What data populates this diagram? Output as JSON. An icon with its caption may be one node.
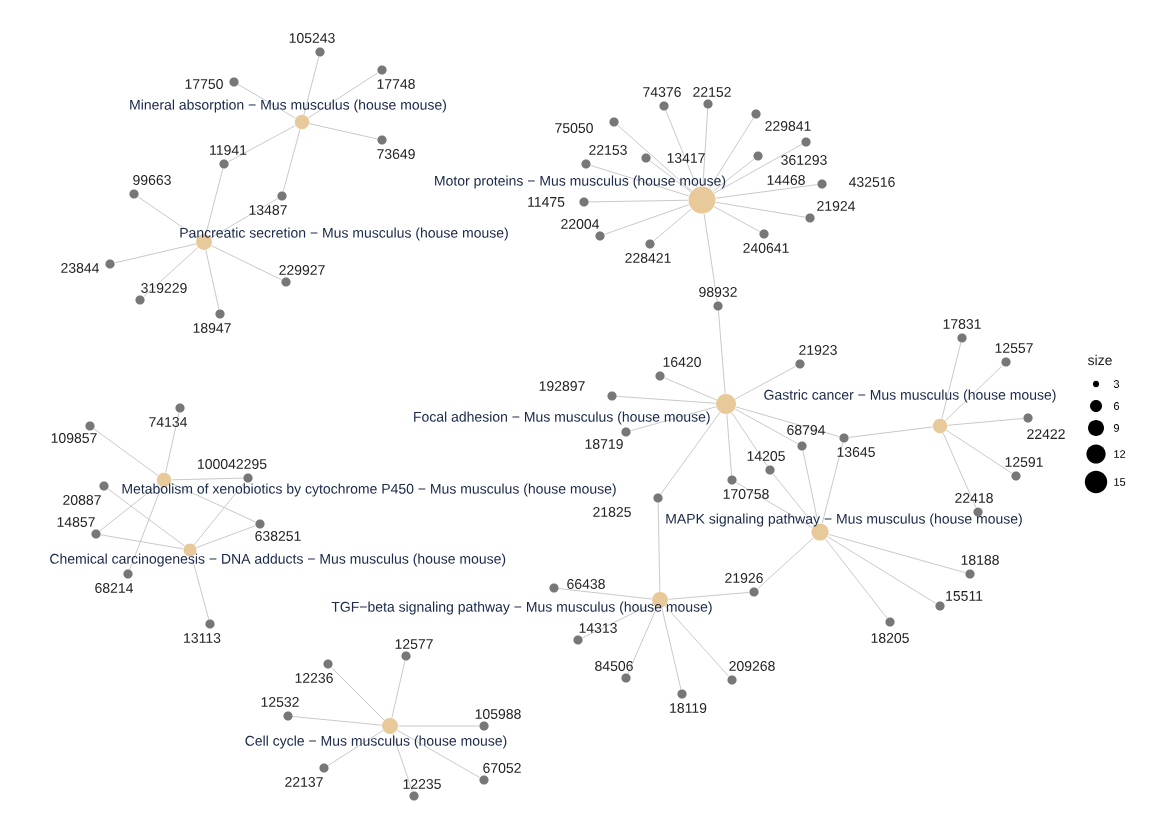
{
  "diagram": {
    "nodes": [
      {
        "text": [],
        "shape": "circle",
        "beside": [
          "Mineral absorption − Mus musculus (house mouse)"
        ]
      },
      {
        "text": [],
        "shape": "circle",
        "beside": [
          "105243"
        ]
      },
      {
        "text": [],
        "shape": "circle",
        "beside": [
          "17750"
        ]
      },
      {
        "text": [],
        "shape": "circle",
        "beside": [
          "17748"
        ]
      },
      {
        "text": [],
        "shape": "circle",
        "beside": [
          "73649"
        ]
      },
      {
        "text": [],
        "shape": "circle",
        "beside": [
          "11941"
        ]
      },
      {
        "text": [],
        "shape": "circle",
        "beside": [
          "13487"
        ]
      },
      {
        "text": [],
        "shape": "circle",
        "beside": [
          "Pancreatic secretion − Mus musculus (house mouse)"
        ]
      },
      {
        "text": [],
        "shape": "circle",
        "beside": [
          "99663"
        ]
      },
      {
        "text": [],
        "shape": "circle",
        "beside": [
          "23844"
        ]
      },
      {
        "text": [],
        "shape": "circle",
        "beside": [
          "319229"
        ]
      },
      {
        "text": [],
        "shape": "circle",
        "beside": [
          "229927"
        ]
      },
      {
        "text": [],
        "shape": "circle",
        "beside": [
          "18947"
        ]
      },
      {
        "text": [],
        "shape": "circle",
        "beside": [
          "Motor proteins − Mus musculus (house mouse)"
        ]
      },
      {
        "text": [],
        "shape": "circle",
        "beside": [
          "74376"
        ]
      },
      {
        "text": [],
        "shape": "circle",
        "beside": [
          "22152"
        ]
      },
      {
        "text": [],
        "shape": "circle",
        "beside": [
          "75050"
        ]
      },
      {
        "text": [],
        "shape": "circle",
        "beside": [
          "22153"
        ]
      },
      {
        "text": [],
        "shape": "circle",
        "beside": [
          "13417"
        ]
      },
      {
        "text": [],
        "shape": "circle",
        "beside": [
          "229841"
        ]
      },
      {
        "text": [],
        "shape": "circle",
        "beside": [
          "361293"
        ]
      },
      {
        "text": [],
        "shape": "circle",
        "beside": [
          "14468"
        ]
      },
      {
        "text": [],
        "shape": "circle",
        "beside": [
          "432516"
        ]
      },
      {
        "text": [],
        "shape": "circle",
        "beside": [
          "21924"
        ]
      },
      {
        "text": [],
        "shape": "circle",
        "beside": [
          "240641"
        ]
      },
      {
        "text": [],
        "shape": "circle",
        "beside": [
          "228421"
        ]
      },
      {
        "text": [],
        "shape": "circle",
        "beside": [
          "22004"
        ]
      },
      {
        "text": [],
        "shape": "circle",
        "beside": [
          "11475"
        ]
      },
      {
        "text": [],
        "shape": "circle",
        "beside": [
          "98932"
        ]
      },
      {
        "text": [],
        "shape": "circle",
        "beside": [
          "Focal adhesion − Mus musculus (house mouse)"
        ]
      },
      {
        "text": [],
        "shape": "circle",
        "beside": [
          "16420"
        ]
      },
      {
        "text": [],
        "shape": "circle",
        "beside": [
          "21923"
        ]
      },
      {
        "text": [],
        "shape": "circle",
        "beside": [
          "192897"
        ]
      },
      {
        "text": [],
        "shape": "circle",
        "beside": [
          "18719"
        ]
      },
      {
        "text": [],
        "shape": "circle",
        "beside": [
          "21825"
        ]
      },
      {
        "text": [],
        "shape": "circle",
        "beside": [
          "170758"
        ]
      },
      {
        "text": [],
        "shape": "circle",
        "beside": [
          "14205"
        ]
      },
      {
        "text": [],
        "shape": "circle",
        "beside": [
          "68794"
        ]
      },
      {
        "text": [],
        "shape": "circle",
        "beside": [
          "13645"
        ]
      },
      {
        "text": [],
        "shape": "circle",
        "beside": [
          "Gastric cancer − Mus musculus (house mouse)"
        ]
      },
      {
        "text": [],
        "shape": "circle",
        "beside": [
          "17831"
        ]
      },
      {
        "text": [],
        "shape": "circle",
        "beside": [
          "12557"
        ]
      },
      {
        "text": [],
        "shape": "circle",
        "beside": [
          "22422"
        ]
      },
      {
        "text": [],
        "shape": "circle",
        "beside": [
          "12591"
        ]
      },
      {
        "text": [],
        "shape": "circle",
        "beside": [
          "22418"
        ]
      },
      {
        "text": [],
        "shape": "circle",
        "beside": [
          "MAPK signaling pathway − Mus musculus (house mouse)"
        ]
      },
      {
        "text": [],
        "shape": "circle",
        "beside": [
          "21926"
        ]
      },
      {
        "text": [],
        "shape": "circle",
        "beside": [
          "18188"
        ]
      },
      {
        "text": [],
        "shape": "circle",
        "beside": [
          "15511"
        ]
      },
      {
        "text": [],
        "shape": "circle",
        "beside": [
          "18205"
        ]
      },
      {
        "text": [],
        "shape": "circle",
        "beside": [
          "Metabolism of xenobiotics by cytochrome P450 − Mus musculus (house mouse)"
        ]
      },
      {
        "text": [],
        "shape": "circle",
        "beside": [
          "74134"
        ]
      },
      {
        "text": [],
        "shape": "circle",
        "beside": [
          "109857"
        ]
      },
      {
        "text": [],
        "shape": "circle",
        "beside": [
          "100042295"
        ]
      },
      {
        "text": [],
        "shape": "circle",
        "beside": [
          "20887"
        ]
      },
      {
        "text": [],
        "shape": "circle",
        "beside": [
          "14857"
        ]
      },
      {
        "text": [],
        "shape": "circle",
        "beside": [
          "638251"
        ]
      },
      {
        "text": [],
        "shape": "circle",
        "beside": [
          "68214"
        ]
      },
      {
        "text": [],
        "shape": "circle",
        "beside": [
          "Chemical carcinogenesis − DNA adducts − Mus musculus (house mouse)"
        ]
      },
      {
        "text": [],
        "shape": "circle",
        "beside": [
          "13113"
        ]
      },
      {
        "text": [],
        "shape": "circle",
        "beside": [
          "TGF−beta signaling pathway − Mus musculus (house mouse)"
        ]
      },
      {
        "text": [],
        "shape": "circle",
        "beside": [
          "66438"
        ]
      },
      {
        "text": [],
        "shape": "circle",
        "beside": [
          "14313"
        ]
      },
      {
        "text": [],
        "shape": "circle",
        "beside": [
          "84506"
        ]
      },
      {
        "text": [],
        "shape": "circle",
        "beside": [
          "18119"
        ]
      },
      {
        "text": [],
        "shape": "circle",
        "beside": [
          "209268"
        ]
      },
      {
        "text": [],
        "shape": "circle",
        "beside": [
          "Cell cycle − Mus musculus (house mouse)"
        ]
      },
      {
        "text": [],
        "shape": "circle",
        "beside": [
          "12577"
        ]
      },
      {
        "text": [],
        "shape": "circle",
        "beside": [
          "12236"
        ]
      },
      {
        "text": [],
        "shape": "circle",
        "beside": [
          "12532"
        ]
      },
      {
        "text": [],
        "shape": "circle",
        "beside": [
          "105988"
        ]
      },
      {
        "text": [],
        "shape": "circle",
        "beside": [
          "22137"
        ]
      },
      {
        "text": [],
        "shape": "circle",
        "beside": [
          "12235"
        ]
      },
      {
        "text": [],
        "shape": "circle",
        "beside": [
          "67052"
        ]
      }
    ],
    "edges": [
      {
        "from": 0,
        "to": 1,
        "arrow": "none"
      },
      {
        "from": 0,
        "to": 2,
        "arrow": "none"
      },
      {
        "from": 0,
        "to": 3,
        "arrow": "none"
      },
      {
        "from": 0,
        "to": 4,
        "arrow": "none"
      },
      {
        "from": 0,
        "to": 5,
        "arrow": "none"
      },
      {
        "from": 0,
        "to": 6,
        "arrow": "none"
      },
      {
        "from": 7,
        "to": 5,
        "arrow": "none"
      },
      {
        "from": 7,
        "to": 6,
        "arrow": "none"
      },
      {
        "from": 7,
        "to": 8,
        "arrow": "none"
      },
      {
        "from": 7,
        "to": 9,
        "arrow": "none"
      },
      {
        "from": 7,
        "to": 10,
        "arrow": "none"
      },
      {
        "from": 7,
        "to": 11,
        "arrow": "none"
      },
      {
        "from": 7,
        "to": 12,
        "arrow": "none"
      },
      {
        "from": 13,
        "to": 14,
        "arrow": "none"
      },
      {
        "from": 13,
        "to": 15,
        "arrow": "none"
      },
      {
        "from": 13,
        "to": 16,
        "arrow": "none"
      },
      {
        "from": 13,
        "to": 17,
        "arrow": "none"
      },
      {
        "from": 13,
        "to": 18,
        "arrow": "none"
      },
      {
        "from": 13,
        "to": 19,
        "arrow": "none"
      },
      {
        "from": 13,
        "to": 20,
        "arrow": "none"
      },
      {
        "from": 13,
        "to": 21,
        "arrow": "none"
      },
      {
        "from": 13,
        "to": 22,
        "arrow": "none"
      },
      {
        "from": 13,
        "to": 23,
        "arrow": "none"
      },
      {
        "from": 13,
        "to": 24,
        "arrow": "none"
      },
      {
        "from": 13,
        "to": 25,
        "arrow": "none"
      },
      {
        "from": 13,
        "to": 26,
        "arrow": "none"
      },
      {
        "from": 13,
        "to": 27,
        "arrow": "none"
      },
      {
        "from": 13,
        "to": 28,
        "arrow": "none"
      },
      {
        "from": 29,
        "to": 28,
        "arrow": "none"
      },
      {
        "from": 29,
        "to": 30,
        "arrow": "none"
      },
      {
        "from": 29,
        "to": 31,
        "arrow": "none"
      },
      {
        "from": 29,
        "to": 32,
        "arrow": "none"
      },
      {
        "from": 29,
        "to": 33,
        "arrow": "none"
      },
      {
        "from": 29,
        "to": 34,
        "arrow": "none"
      },
      {
        "from": 29,
        "to": 35,
        "arrow": "none"
      },
      {
        "from": 29,
        "to": 36,
        "arrow": "none"
      },
      {
        "from": 29,
        "to": 37,
        "arrow": "none"
      },
      {
        "from": 29,
        "to": 38,
        "arrow": "none"
      },
      {
        "from": 39,
        "to": 38,
        "arrow": "none"
      },
      {
        "from": 39,
        "to": 40,
        "arrow": "none"
      },
      {
        "from": 39,
        "to": 41,
        "arrow": "none"
      },
      {
        "from": 39,
        "to": 42,
        "arrow": "none"
      },
      {
        "from": 39,
        "to": 43,
        "arrow": "none"
      },
      {
        "from": 39,
        "to": 44,
        "arrow": "none"
      },
      {
        "from": 45,
        "to": 35,
        "arrow": "none"
      },
      {
        "from": 45,
        "to": 36,
        "arrow": "none"
      },
      {
        "from": 45,
        "to": 37,
        "arrow": "none"
      },
      {
        "from": 45,
        "to": 38,
        "arrow": "none"
      },
      {
        "from": 45,
        "to": 46,
        "arrow": "none"
      },
      {
        "from": 45,
        "to": 47,
        "arrow": "none"
      },
      {
        "from": 45,
        "to": 48,
        "arrow": "none"
      },
      {
        "from": 45,
        "to": 49,
        "arrow": "none"
      },
      {
        "from": 50,
        "to": 51,
        "arrow": "none"
      },
      {
        "from": 50,
        "to": 52,
        "arrow": "none"
      },
      {
        "from": 50,
        "to": 53,
        "arrow": "none"
      },
      {
        "from": 50,
        "to": 55,
        "arrow": "none"
      },
      {
        "from": 50,
        "to": 56,
        "arrow": "none"
      },
      {
        "from": 50,
        "to": 57,
        "arrow": "none"
      },
      {
        "from": 58,
        "to": 53,
        "arrow": "none"
      },
      {
        "from": 58,
        "to": 54,
        "arrow": "none"
      },
      {
        "from": 58,
        "to": 55,
        "arrow": "none"
      },
      {
        "from": 58,
        "to": 56,
        "arrow": "none"
      },
      {
        "from": 58,
        "to": 59,
        "arrow": "none"
      },
      {
        "from": 60,
        "to": 34,
        "arrow": "none"
      },
      {
        "from": 60,
        "to": 46,
        "arrow": "none"
      },
      {
        "from": 60,
        "to": 61,
        "arrow": "none"
      },
      {
        "from": 60,
        "to": 62,
        "arrow": "none"
      },
      {
        "from": 60,
        "to": 63,
        "arrow": "none"
      },
      {
        "from": 60,
        "to": 64,
        "arrow": "none"
      },
      {
        "from": 60,
        "to": 65,
        "arrow": "none"
      },
      {
        "from": 66,
        "to": 67,
        "arrow": "none"
      },
      {
        "from": 66,
        "to": 68,
        "arrow": "none"
      },
      {
        "from": 66,
        "to": 69,
        "arrow": "none"
      },
      {
        "from": 66,
        "to": 70,
        "arrow": "none"
      },
      {
        "from": 66,
        "to": 71,
        "arrow": "none"
      },
      {
        "from": 66,
        "to": 72,
        "arrow": "none"
      },
      {
        "from": 66,
        "to": 73,
        "arrow": "none"
      }
    ],
    "labels": [
      "size"
    ],
    "legend": [
      {
        "text": "3"
      },
      {
        "text": "6"
      },
      {
        "text": "9"
      },
      {
        "text": "12"
      },
      {
        "text": "15"
      }
    ]
  }
}
